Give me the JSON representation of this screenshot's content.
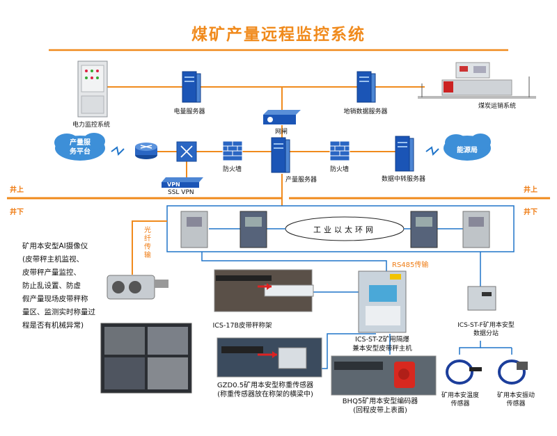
{
  "title": "煤矿产量远程监控系统",
  "zones": {
    "above_left": "井上",
    "above_right": "井上",
    "below_left": "井下",
    "below_right": "井下"
  },
  "labels": {
    "power_monitor": "电力监控系统",
    "power_server": "电量服务器",
    "gateway": "网闸",
    "sales_server": "地销数据服务器",
    "coal_transport": "煤炭运销系统",
    "cloud_left": "产量服\n务平台",
    "firewall_left": "防火墙",
    "firewall_right": "防火墙",
    "vpn_badge": "VPN",
    "vpn_label": "SSL VPN",
    "production_server": "产量服务器",
    "transfer_server": "数据中转服务器",
    "cloud_right": "能源局",
    "ring_network": "工业以太环网",
    "fiber": "光\n纤\n传\n输",
    "rs485": "RS485传输",
    "belt_frame": "ICS-17B皮带秤称架",
    "host": "ICS-ST-Z矿用隔爆\n兼本安型皮带秤主机",
    "substation": "ICS-ST-F矿用本安型\n数据分站",
    "load_sensor": "GZD0.5矿用本安型称重传感器\n(称重传感器放在称架的横梁中)",
    "encoder": "BHQ5矿用本安型编码器\n(回程皮带上表面)",
    "temp_sensor": "矿用本安温度\n传感器",
    "vib_sensor": "矿用本安振动\n传感器",
    "camera_desc": "矿用本安型AI摄像仪\n(皮带秤主机监视、\n皮带秤产量监控、\n防止乱设置、防虚\n假产量现场皮带秤称\n量区、监测实时称量过\n程是否有机械异常)"
  },
  "colors": {
    "orange": "#f08a1c",
    "blue": "#1f74c9",
    "server": "#1b55b6",
    "cloud": "#3d8fd8"
  },
  "icons": [
    "cabinet-icon",
    "server-icon",
    "gateway-icon",
    "truck-scale-icon",
    "cloud-icon",
    "router-icon",
    "switch-icon",
    "firewall-icon",
    "vpn-icon",
    "camera-icon",
    "switch-box-icon",
    "conveyor-icon",
    "host-box-icon",
    "encoder-icon",
    "sensor-icon"
  ]
}
